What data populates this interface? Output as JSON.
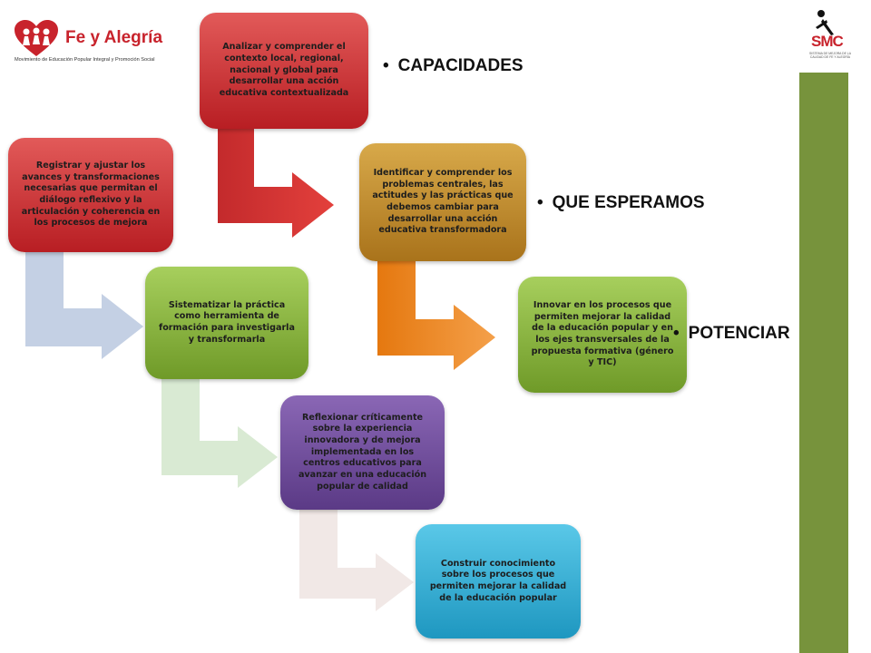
{
  "logo_left": {
    "title": "Fe y Alegría",
    "subtitle": "Movimiento de Educación Popular Integral y Promoción Social",
    "icon": "children-heart-logo-icon",
    "brand_color": "#c8232c"
  },
  "logo_right": {
    "title": "SMC",
    "subtitle": "SISTEMA DE MEJORA DE LA CALIDAD DE FE Y ALEGRÍA",
    "icon": "person-figure-logo-icon"
  },
  "labels": {
    "capacidades": "CAPACIDADES",
    "que_esperamos": "QUE ESPERAMOS",
    "potenciar": "POTENCIAR",
    "bullet": "•"
  },
  "boxes": {
    "analizar": "Analizar y comprender el contexto local, regional, nacional y global para desarrollar una acción educativa contextualizada",
    "identificar": "Identificar y comprender los problemas centrales, las actitudes y las prácticas que debemos cambiar para desarrollar una acción educativa transformadora",
    "innovar": "Innovar en los procesos que permiten mejorar la calidad de la educación popular y en los ejes transversales de la propuesta formativa (género y TIC)",
    "registrar": "Registrar y ajustar los avances y transformaciones necesarias que permitan el diálogo reflexivo y la articulación y coherencia en los procesos de mejora",
    "sistematizar": "Sistematizar la práctica como herramienta de formación para investigarla y transformarla",
    "reflexionar": "Reflexionar críticamente sobre la experiencia innovadora y de mejora implementada en los centros educativos para avanzar en una educación popular de calidad",
    "construir": "Construir conocimiento sobre los procesos que permiten mejorar la calidad de la educación popular"
  },
  "colors": {
    "red": "#c0292b",
    "gold": "#b98127",
    "green": "#8bb43f",
    "purple": "#6a4693",
    "cyan": "#2eabd3",
    "sidebar": "#77933c"
  }
}
